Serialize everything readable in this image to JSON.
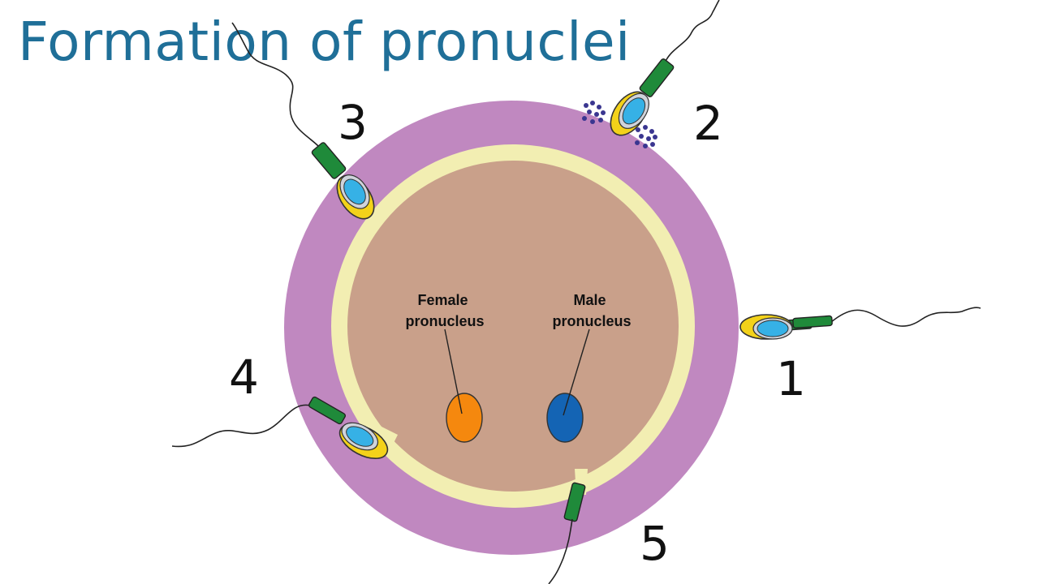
{
  "title": "Formation of pronuclei",
  "labels": {
    "female_pronucleus": [
      "Female",
      "pronucleus"
    ],
    "male_pronucleus": [
      "Male",
      "pronucleus"
    ]
  },
  "steps": [
    "1",
    "2",
    "3",
    "4",
    "5"
  ],
  "colors": {
    "title": "#1f6f98",
    "zona_pellucida": "#c088c0",
    "perivitelline": "#f2eeb2",
    "cytoplasm": "#c9a08a",
    "female_pronucleus": "#f5880e",
    "male_pronucleus": "#1464b4",
    "sperm_midpiece": "#1f8a3a",
    "sperm_acrosome": "#f3d21a",
    "sperm_nucleus": "#36b1e6",
    "acrosomal_enzymes": "#3a3690"
  }
}
